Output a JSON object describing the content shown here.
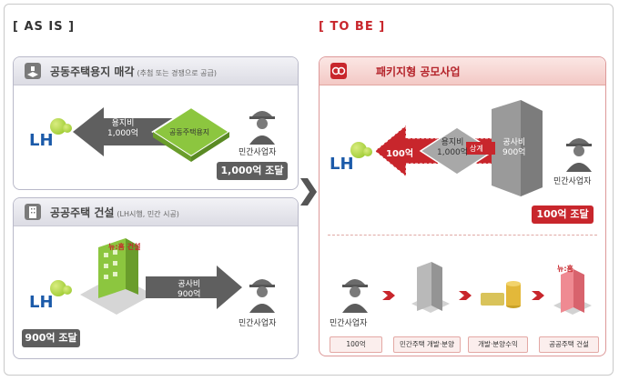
{
  "headers": {
    "asis": "[ AS IS ]",
    "tobe": "[ TO BE ]"
  },
  "panel1": {
    "title": "공동주택용지 매각",
    "subtitle": "(추첨 또는 경쟁으로 공급)",
    "land_label": "공동주택용지",
    "arrow_text_1": "용지비",
    "arrow_text_2": "1,000억",
    "actor": "민간사업자",
    "badge": "1,000억 조달"
  },
  "panel2": {
    "title": "공공주택 건설",
    "subtitle": "(LH시행, 민간 시공)",
    "building_sign": "뉴:홈 건설",
    "arrow_text_1": "공사비",
    "arrow_text_2": "900억",
    "actor": "민간사업자",
    "badge": "900억 조달"
  },
  "panel3": {
    "title": "패키지형 공모사업",
    "big_arrow": "100억",
    "land_text_1": "용지비",
    "land_text_2": "1,000억",
    "offset": "상계",
    "build_text_1": "공사비",
    "build_text_2": "900억",
    "actor": "민간사업자",
    "badge": "100억 조달",
    "steps": [
      {
        "label": "100억"
      },
      {
        "label": "민간주택 개발·분양"
      },
      {
        "label": "개발·분양수익"
      },
      {
        "label": "공공주택 건설"
      }
    ],
    "bottom_actor": "민간사업자",
    "house_sign": "뉴:홈"
  },
  "logo": "LH",
  "colors": {
    "accent_red": "#c8262c",
    "lh_blue": "#1b5aa9",
    "lh_green": "#8fc31f",
    "land_green": "#8cc63f",
    "arrow_gray": "#5f5f5f"
  }
}
